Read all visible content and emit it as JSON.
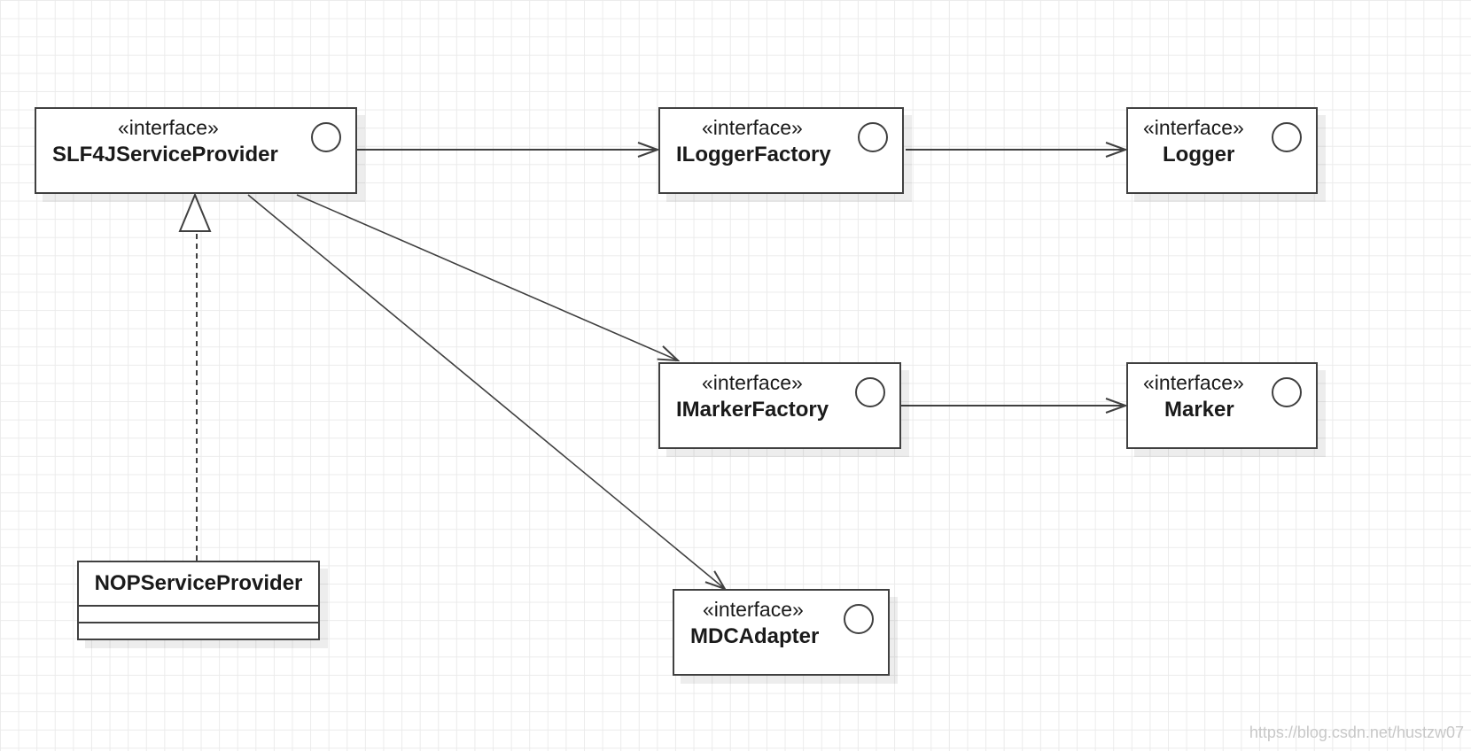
{
  "diagram": {
    "stereotype": "«interface»",
    "interfaces": {
      "slf4j_service_provider": "SLF4JServiceProvider",
      "ilogger_factory": "ILoggerFactory",
      "logger": "Logger",
      "imarker_factory": "IMarkerFactory",
      "marker": "Marker",
      "mdc_adapter": "MDCAdapter"
    },
    "classes": {
      "nop_service_provider": "NOPServiceProvider"
    },
    "relations": [
      {
        "from": "SLF4JServiceProvider",
        "to": "ILoggerFactory",
        "type": "association"
      },
      {
        "from": "ILoggerFactory",
        "to": "Logger",
        "type": "association"
      },
      {
        "from": "SLF4JServiceProvider",
        "to": "IMarkerFactory",
        "type": "association"
      },
      {
        "from": "IMarkerFactory",
        "to": "Marker",
        "type": "association"
      },
      {
        "from": "SLF4JServiceProvider",
        "to": "MDCAdapter",
        "type": "association"
      },
      {
        "from": "NOPServiceProvider",
        "to": "SLF4JServiceProvider",
        "type": "realization"
      }
    ],
    "colors": {
      "line": "#404040",
      "grid": "#ebebeb",
      "watermark": "#c8c8c8"
    }
  },
  "watermark": "https://blog.csdn.net/hustzw07"
}
